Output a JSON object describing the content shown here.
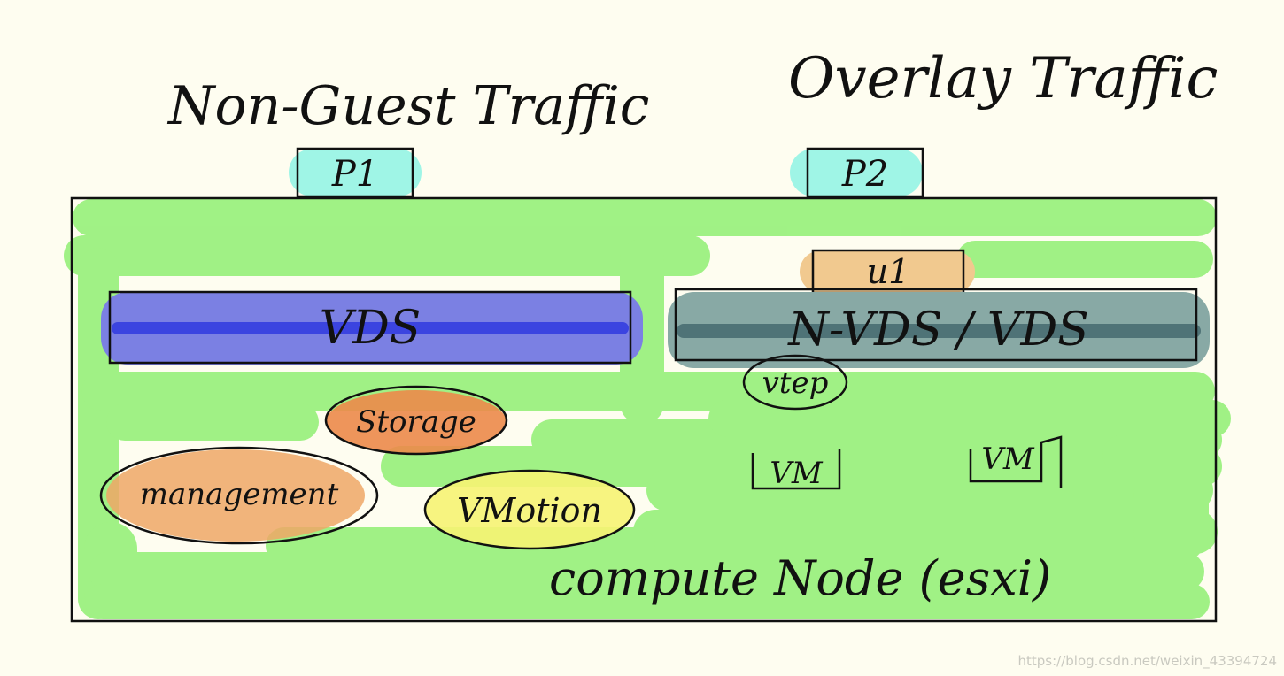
{
  "labels": {
    "non_guest_traffic": "Non-Guest Traffic",
    "overlay_traffic": "Overlay Traffic",
    "p1": "P1",
    "p2": "P2",
    "u1": "u1",
    "vds": "VDS",
    "nvds": "N-VDS / VDS",
    "vtep": "vtep",
    "storage": "Storage",
    "management": "management",
    "vmotion": "VMotion",
    "vm_1": "VM",
    "vm_2": "VM",
    "compute_node": "compute Node (esxi)"
  },
  "watermark": "https://blog.csdn.net/weixin_43394724",
  "colors": {
    "background": "#fefdf0",
    "highlight_green": "#7ced5c",
    "port_fill": "#9ff5e6",
    "uplink_fill": "#f1c98f",
    "vds_fill": "#7b80e3",
    "vds_stroke": "#3b44e0",
    "nvds_fill": "#88a9a5",
    "storage_fill": "#ec8a4a",
    "management_fill": "#eea766",
    "vmotion_fill": "#f6f373",
    "ink": "#111111"
  }
}
